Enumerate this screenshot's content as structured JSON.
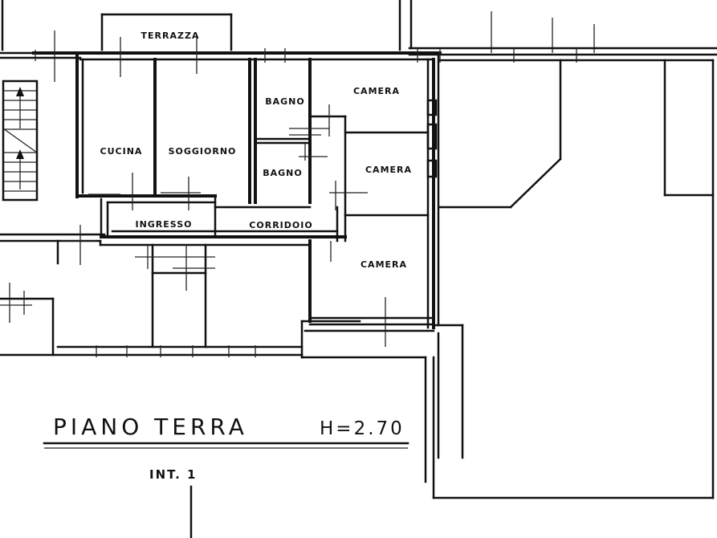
{
  "rooms": {
    "terrazza": "TERRAZZA",
    "bagno_1": "BAGNO",
    "bagno_2": "BAGNO",
    "camera_1": "CAMERA",
    "camera_2": "CAMERA",
    "camera_3": "CAMERA",
    "cucina": "CUCINA",
    "soggiorno": "SOGGIORNO",
    "ingresso": "INGRESSO",
    "corridoio": "CORRIDOIO"
  },
  "title": {
    "floor": "PIANO TERRA",
    "height": "H=2.70",
    "unit": "INT. 1"
  }
}
